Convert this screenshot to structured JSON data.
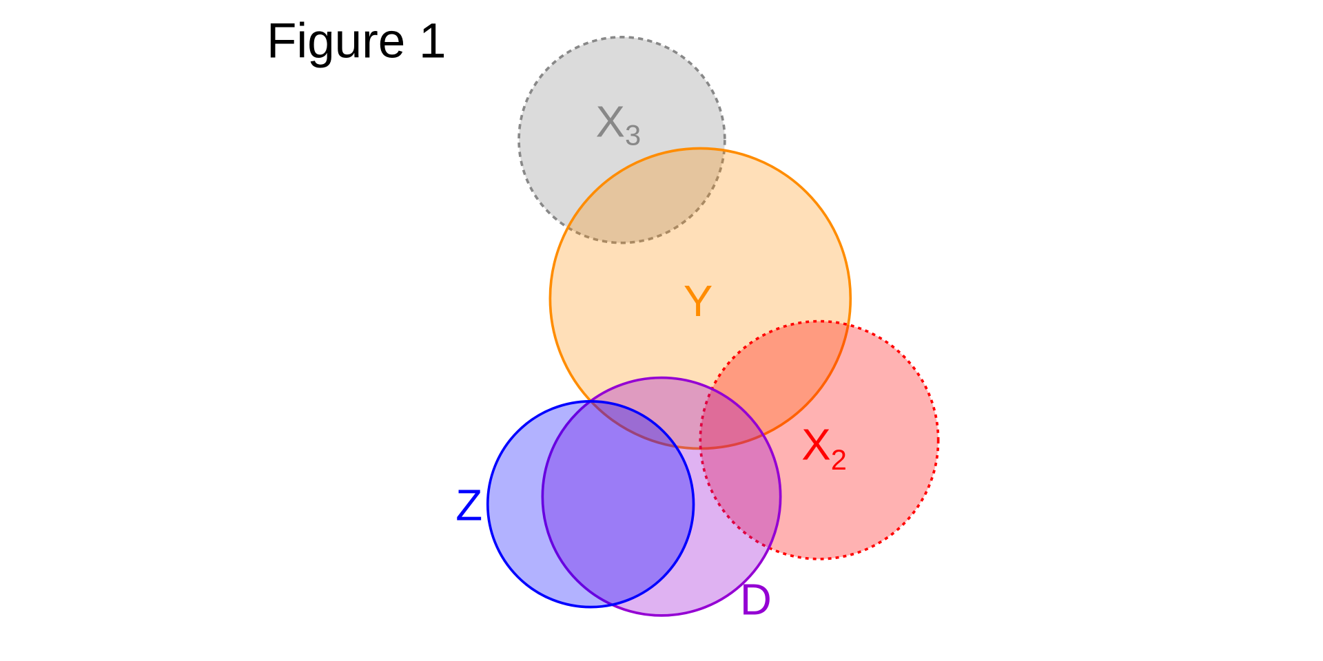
{
  "title": "Figure 1",
  "sets": [
    {
      "id": "X3",
      "label": "X",
      "subscript": "3",
      "color": "#888888",
      "line": "dashed"
    },
    {
      "id": "Y",
      "label": "Y",
      "subscript": "",
      "color": "#ff8c00",
      "line": "solid"
    },
    {
      "id": "X2",
      "label": "X",
      "subscript": "2",
      "color": "#ff0000",
      "line": "dotted"
    },
    {
      "id": "D",
      "label": "D",
      "subscript": "",
      "color": "#9400d3",
      "line": "solid"
    },
    {
      "id": "Z",
      "label": "Z",
      "subscript": "",
      "color": "#0000ff",
      "line": "solid"
    }
  ]
}
